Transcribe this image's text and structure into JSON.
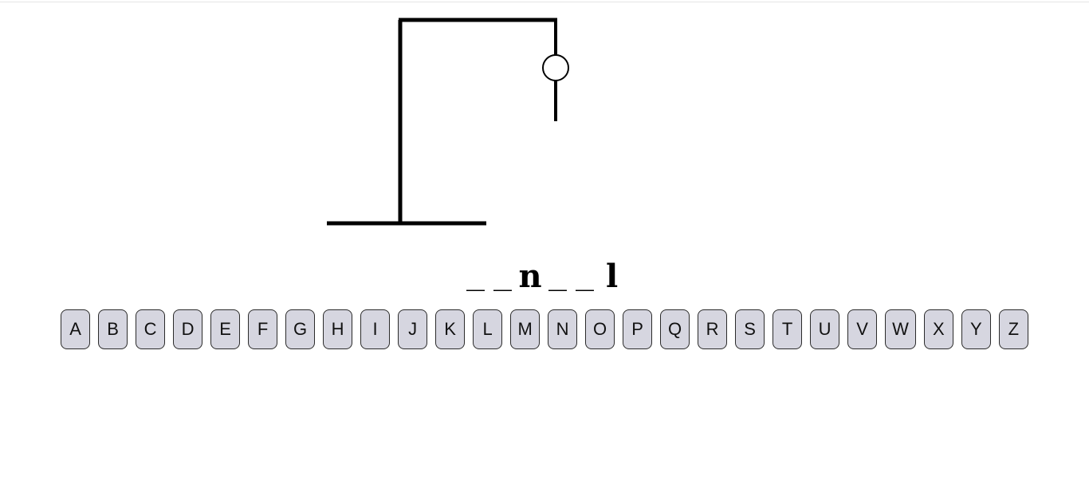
{
  "word": {
    "slots": [
      "_",
      "_",
      "n",
      "_",
      "_",
      "l"
    ]
  },
  "keyboard": {
    "letters": [
      "A",
      "B",
      "C",
      "D",
      "E",
      "F",
      "G",
      "H",
      "I",
      "J",
      "K",
      "L",
      "M",
      "N",
      "O",
      "P",
      "Q",
      "R",
      "S",
      "T",
      "U",
      "V",
      "W",
      "X",
      "Y",
      "Z"
    ]
  },
  "hangman": {
    "wrong_guesses": 2,
    "parts_drawn": [
      "head",
      "body"
    ]
  },
  "colors": {
    "key_background": "#d6d6e0",
    "key_border": "#2b2b2b",
    "line": "#000000"
  }
}
